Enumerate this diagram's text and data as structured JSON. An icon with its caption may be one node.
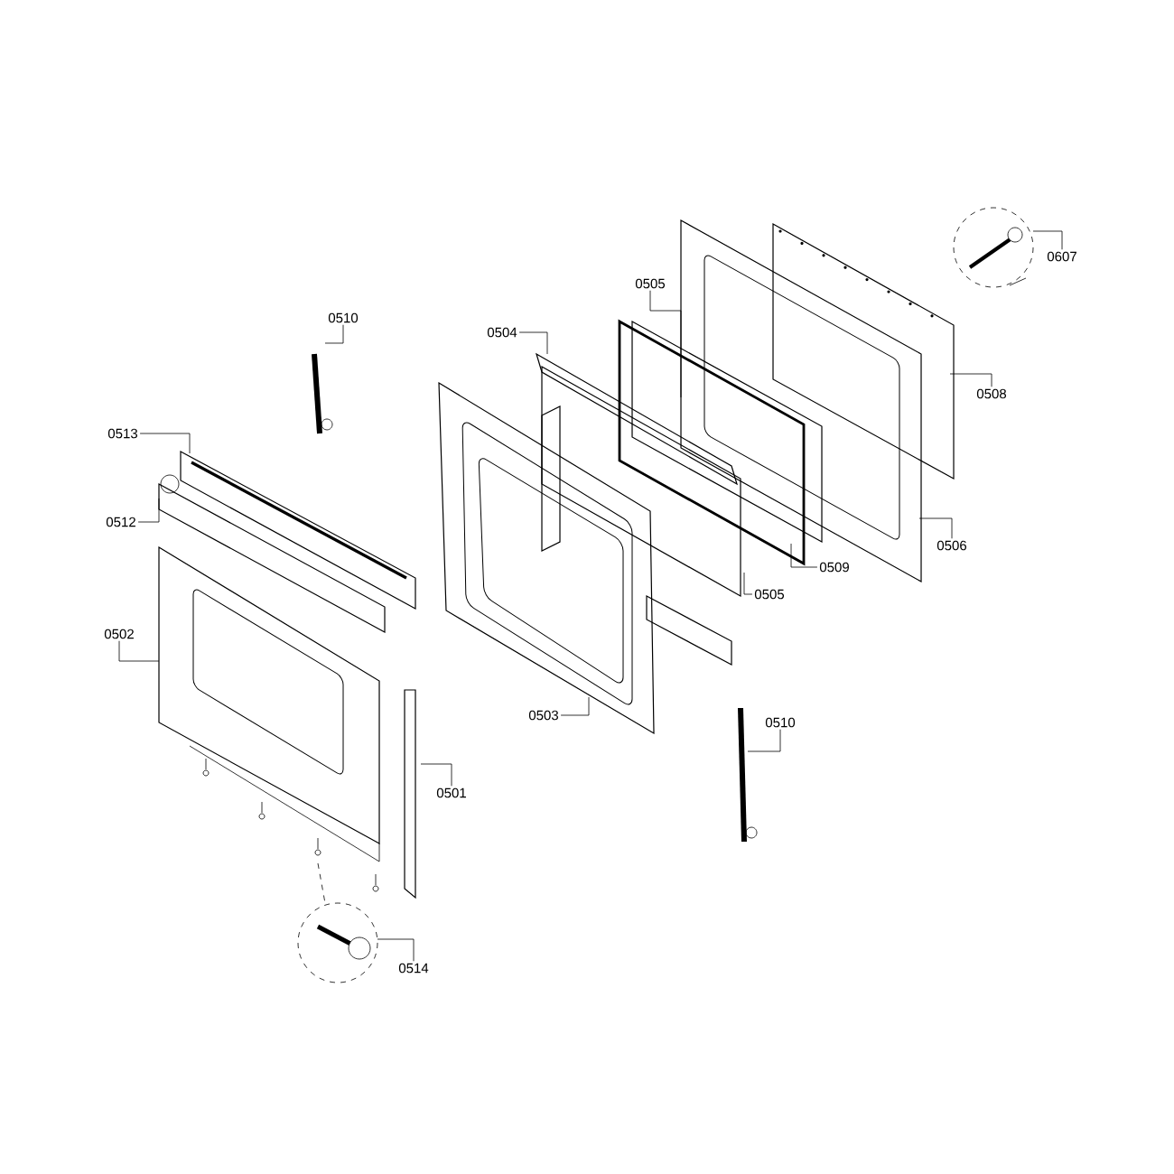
{
  "diagram": {
    "nodes": [
      {
        "text": [
          "0607"
        ]
      },
      {
        "text": [
          "0505"
        ]
      },
      {
        "text": [
          "0510"
        ]
      },
      {
        "text": [
          "0504"
        ]
      },
      {
        "text": [
          "0508"
        ]
      },
      {
        "text": [
          "0513"
        ]
      },
      {
        "text": [
          "0512"
        ]
      },
      {
        "text": [
          "0506"
        ]
      },
      {
        "text": [
          "0509"
        ]
      },
      {
        "text": [
          "0505"
        ]
      },
      {
        "text": [
          "0502"
        ]
      },
      {
        "text": [
          "0503"
        ]
      },
      {
        "text": [
          "0510"
        ]
      },
      {
        "text": [
          "0501"
        ]
      },
      {
        "text": [
          "0514"
        ]
      }
    ],
    "edges": [
      {
        "from": 0,
        "to": null,
        "arrow": "none"
      },
      {
        "from": 1,
        "to": null,
        "arrow": "none"
      },
      {
        "from": 2,
        "to": null,
        "arrow": "none"
      },
      {
        "from": 3,
        "to": null,
        "arrow": "none"
      },
      {
        "from": 4,
        "to": null,
        "arrow": "none"
      },
      {
        "from": 5,
        "to": null,
        "arrow": "none"
      },
      {
        "from": 6,
        "to": null,
        "arrow": "none"
      },
      {
        "from": 7,
        "to": null,
        "arrow": "none"
      },
      {
        "from": 8,
        "to": null,
        "arrow": "none"
      },
      {
        "from": 9,
        "to": null,
        "arrow": "none"
      },
      {
        "from": 10,
        "to": null,
        "arrow": "none"
      },
      {
        "from": 11,
        "to": null,
        "arrow": "none"
      },
      {
        "from": 12,
        "to": null,
        "arrow": "none"
      },
      {
        "from": 13,
        "to": null,
        "arrow": "none"
      },
      {
        "from": 14,
        "to": null,
        "arrow": "none"
      }
    ]
  }
}
